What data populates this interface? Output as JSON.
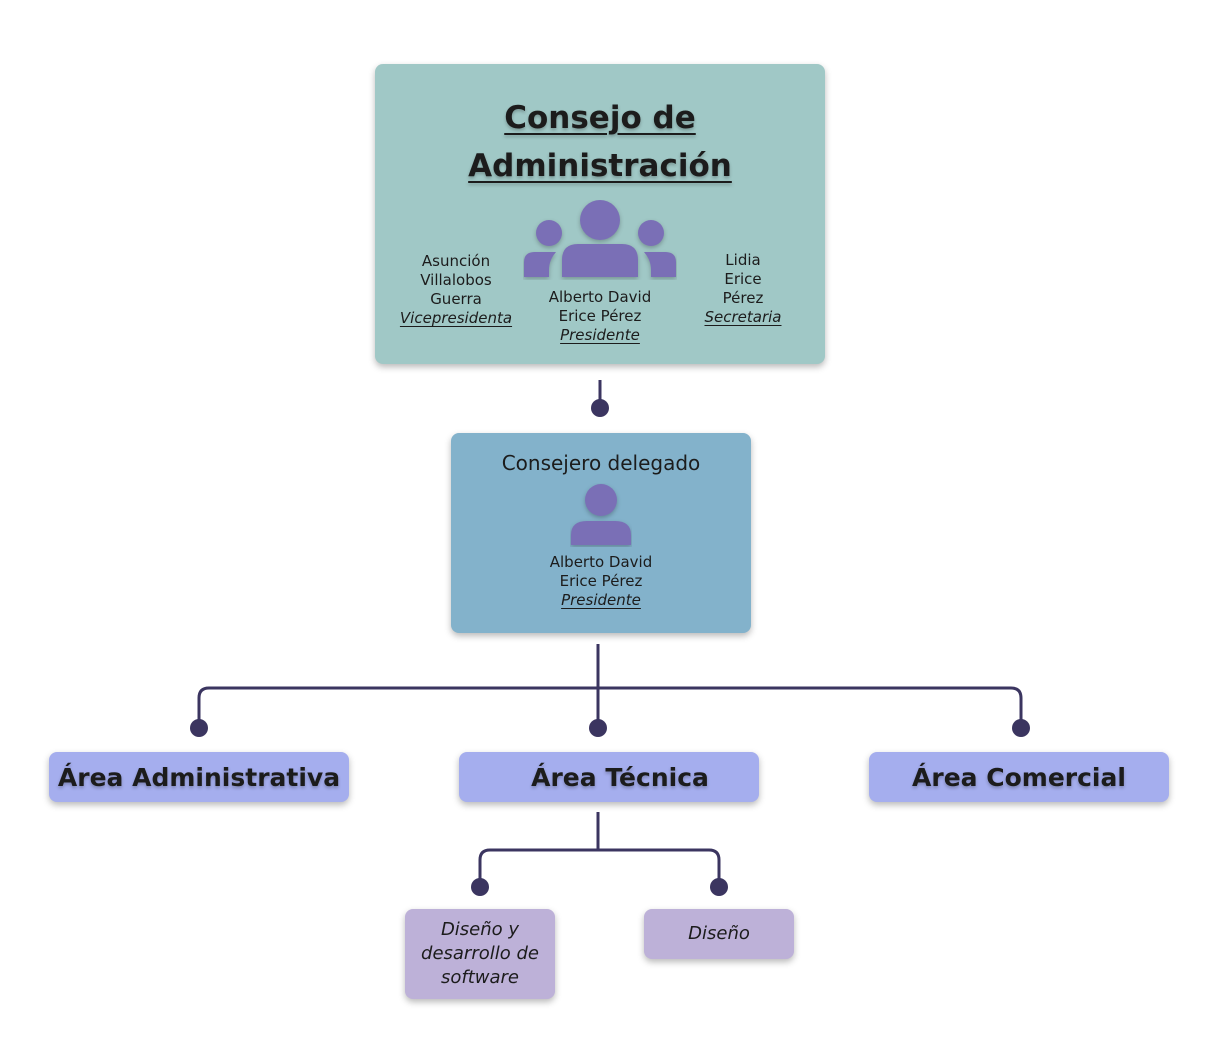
{
  "board": {
    "title_line1": "Consejo de",
    "title_line2": "Administración",
    "left_person": {
      "line1": "Asunción",
      "line2": "Villalobos",
      "line3": "Guerra",
      "role": "Vicepresidenta"
    },
    "center_person": {
      "line1": "Alberto David",
      "line2": "Erice Pérez",
      "role": "Presidente"
    },
    "right_person": {
      "line1": "Lidia",
      "line2": "Erice",
      "line3": "Pérez",
      "role": "Secretaria"
    },
    "icon": "people-group-icon"
  },
  "delegate": {
    "title": "Consejero delegado",
    "icon": "person-icon",
    "person": {
      "line1": "Alberto David",
      "line2": "Erice Pérez",
      "role": "Presidente"
    }
  },
  "areas": [
    {
      "label": "Área Administrativa"
    },
    {
      "label": "Área Técnica"
    },
    {
      "label": "Área Comercial"
    }
  ],
  "sub_areas": [
    {
      "line1": "Diseño y",
      "line2": "desarrollo de",
      "line3": "software"
    },
    {
      "label": "Diseño"
    }
  ],
  "colors": {
    "board_bg": "#a0c8c6",
    "delegate_bg": "#83b2cb",
    "area_bg": "#a5aeee",
    "sub_area_bg": "#bdb1d8",
    "connector": "#3b3560",
    "icon": "#7a6fb6"
  }
}
